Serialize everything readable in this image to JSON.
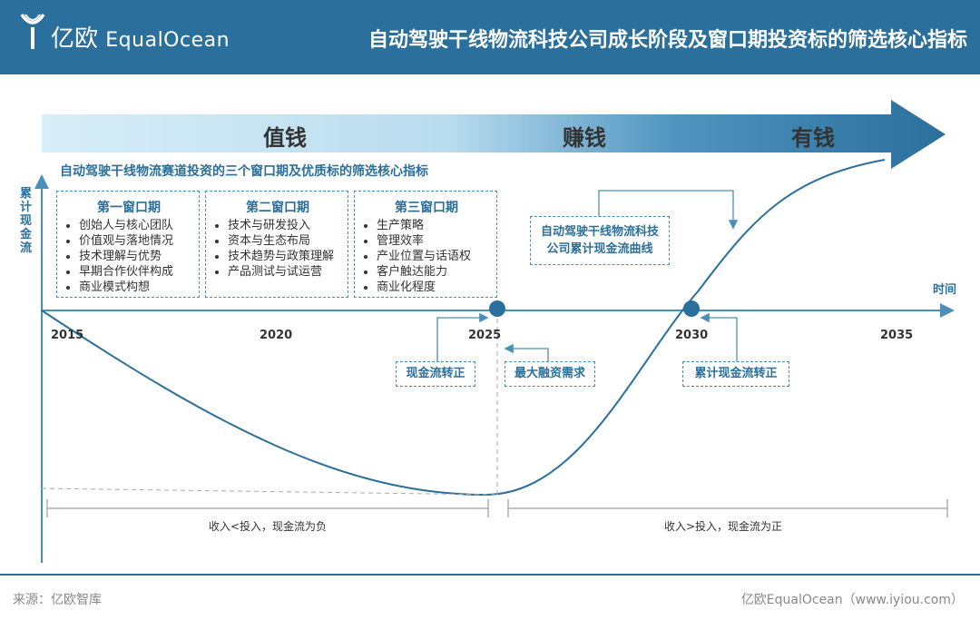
{
  "header": {
    "logo_cn": "亿欧",
    "logo_en": "EqualOcean",
    "title": "自动驾驶干线物流科技公司成长阶段及窗口期投资标的筛选核心指标"
  },
  "phases": [
    "值钱",
    "赚钱",
    "有钱"
  ],
  "subtitle": "自动驾驶干线物流赛道投资的三个窗口期及优质标的筛选核心指标",
  "axes": {
    "y_label": "累计现金流",
    "x_label": "时间"
  },
  "windows": [
    {
      "title": "第一窗口期",
      "items": [
        "创始人与核心团队",
        "价值观与落地情况",
        "技术理解与优势",
        "早期合作伙伴构成",
        "商业模式构想"
      ]
    },
    {
      "title": "第二窗口期",
      "items": [
        "技术与研发投入",
        "资本与生态布局",
        "技术趋势与政策理解",
        "产品测试与试运营"
      ]
    },
    {
      "title": "第三窗口期",
      "items": [
        "生产策略",
        "管理效率",
        "产业位置与话语权",
        "客户触达能力",
        "商业化程度"
      ]
    }
  ],
  "years": [
    "2015",
    "2020",
    "2025",
    "2030",
    "2035"
  ],
  "callouts": {
    "cashflow_positive": "现金流转正",
    "max_financing": "最大融资需求",
    "cumulative_positive": "累计现金流转正",
    "curve_label_line1": "自动驾驶干线物流科技",
    "curve_label_line2": "公司累计现金流曲线"
  },
  "ranges": {
    "negative": "收入<投入，现金流为负",
    "positive": "收入>投入，现金流为正"
  },
  "footer": {
    "source": "来源：亿欧智库",
    "credit": "亿欧EqualOcean（www.iyiou.com）"
  },
  "colors": {
    "brand": "#2b6f9c",
    "accent": "#4a8fb9",
    "arrow_light": "#d8eef8"
  }
}
